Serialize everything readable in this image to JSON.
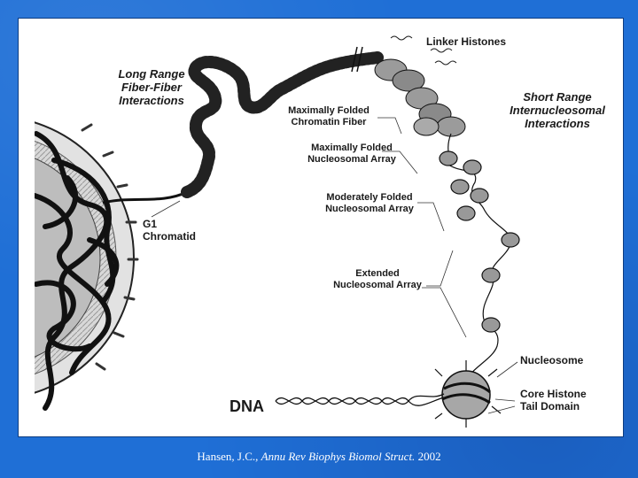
{
  "figure": {
    "labels": {
      "linker_histones": "Linker Histones",
      "long_range": "Long Range\nFiber-Fiber\nInteractions",
      "short_range": "Short Range\nInternucleosomal\nInteractions",
      "max_folded_fiber": "Maximally Folded\nChromatin Fiber",
      "max_folded_array": "Maximally Folded\nNucleosomal Array",
      "mod_folded_array": "Moderately Folded\nNucleosomal Array",
      "extended_array": "Extended\nNucleosomal Array",
      "g1_chromatid": "G1\nChromatid",
      "nucleosome": "Nucleosome",
      "core_histone_tail": "Core Histone\nTail Domain",
      "dna": "DNA"
    }
  },
  "citation": {
    "author": "Hansen, J.C., ",
    "journal": "Annu Rev Biophys Biomol Struct.",
    "year": " 2002"
  }
}
